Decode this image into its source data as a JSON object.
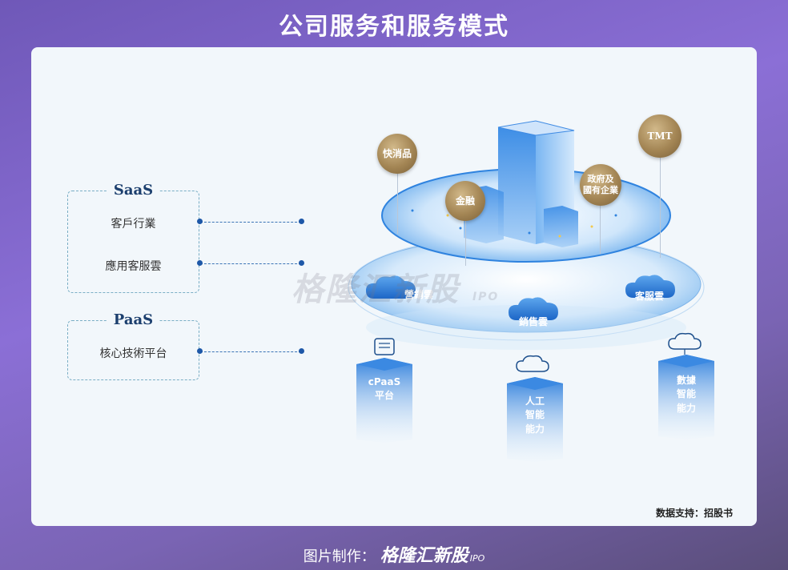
{
  "title": "公司服务和服务模式",
  "footer": {
    "prefix": "图片制作：",
    "brand": "格隆汇新股",
    "brand_sub": "IPO"
  },
  "source": "数据支持：招股书",
  "watermark": {
    "text": "格隆汇新股",
    "sub": "IPO"
  },
  "saas": {
    "title": "SaaS",
    "items": [
      "客戶行業",
      "應用客服雲"
    ]
  },
  "paas": {
    "title": "PaaS",
    "items": [
      "核心技術平台"
    ]
  },
  "industries": {
    "fmcg": "快消品",
    "finance": "金融",
    "gov": "政府及\n國有企業",
    "tmt": "TMT"
  },
  "clouds": {
    "marketing": "營銷雲",
    "sales": "銷售雲",
    "service": "客服雲"
  },
  "pillars": {
    "cpaas": "cPaaS\n平台",
    "ai": "人工\n智能\n能力",
    "data": "數據\n智能\n能力"
  }
}
